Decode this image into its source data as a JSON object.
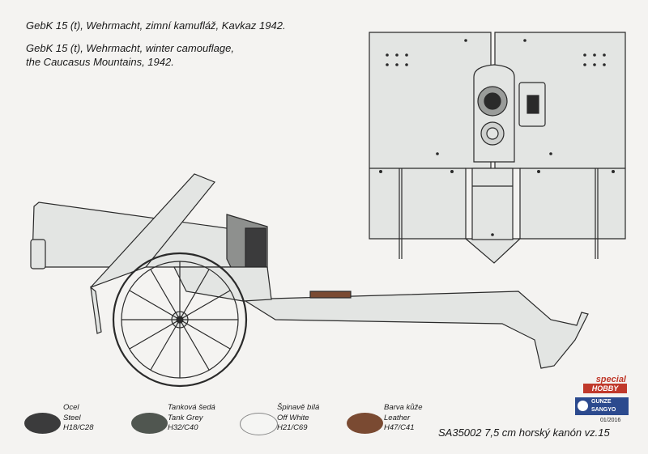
{
  "title": {
    "czech": "GebK 15 (t), Wehrmacht, zimní kamufláž, Kavkaz 1942.",
    "english_line1": "GebK 15 (t), Wehrmacht, winter camouflage,",
    "english_line2": "the Caucasus Mountains, 1942."
  },
  "swatches": [
    {
      "line1": "Ocel",
      "line2": "Steel",
      "line3": "H18/C28",
      "color": "#3b3b3c"
    },
    {
      "line1": "Tanková šedá",
      "line2": "Tank Grey",
      "line3": "H32/C40",
      "color": "#505650"
    },
    {
      "line1": "Špinavě bílá",
      "line2": "Off White",
      "line3": "H21/C69",
      "color": "#f5f5f3"
    },
    {
      "line1": "Barva kůže",
      "line2": "Leather",
      "line3": "H47/C41",
      "color": "#7a4a32"
    }
  ],
  "logos": {
    "special": "special",
    "hobby": "HOBBY",
    "gunze_line1": "GUNZE",
    "gunze_line2": "SANGYO"
  },
  "date": "01/2016",
  "product": "SA35002 7,5 cm horský kanón vz.15",
  "colors": {
    "gun_fill": "#e3e5e3",
    "outline": "#2a2a2a",
    "leather": "#7a4a32",
    "background": "#f4f3f1"
  }
}
